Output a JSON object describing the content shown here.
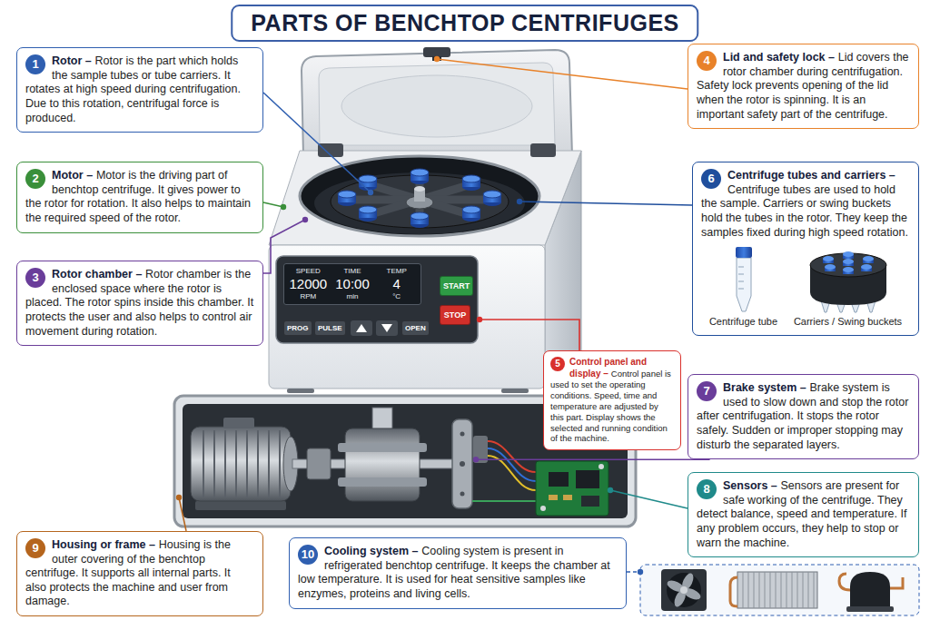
{
  "diagram": {
    "title": "PARTS OF BENCHTOP CENTRIFUGES",
    "nodes": [
      {
        "text": [
          "Rotor –",
          "Rotor is the part which holds the sample tubes or tube carriers. It rotates at high speed during centrifugation. Due to this rotation, centrifugal force is produced."
        ]
      },
      {
        "text": [
          "Motor –",
          "Motor is the driving part of benchtop centrifuge. It gives power to the rotor for rotation. It also helps to maintain the required speed of the rotor."
        ]
      },
      {
        "text": [
          "Rotor chamber –",
          "Rotor chamber is the enclosed space where the rotor is placed. The rotor spins inside this chamber. It protects the user and also helps to control air movement during rotation."
        ]
      },
      {
        "text": [
          "Lid and safety lock –",
          "Lid covers the rotor chamber during centrifugation. Safety lock prevents opening of the lid when the rotor is spinning. It is an important safety part of the centrifuge."
        ]
      },
      {
        "text": [
          "Control panel and display –",
          "Control panel is used to set the operating conditions. Speed, time and temperature are adjusted by this part. Display shows the selected and running condition of the machine."
        ]
      },
      {
        "text": [
          "Centrifuge tubes and carriers –",
          "Centrifuge tubes are used to hold the sample. Carriers or swing buckets hold the tubes in the rotor. They keep the samples fixed during high speed rotation.",
          "Centrifuge tube",
          "Carriers / Swing buckets"
        ]
      },
      {
        "text": [
          "Brake system –",
          "Brake system is used to slow down and stop the rotor after centrifugation. It stops the rotor safely. Sudden or improper stopping may disturb the separated layers."
        ]
      },
      {
        "text": [
          "Sensors –",
          "Sensors are present for safe working of the centrifuge. They detect balance, speed and temperature. If any problem occurs, they help to stop or warn the machine."
        ]
      },
      {
        "text": [
          "Housing or frame –",
          "Housing is the outer covering of the benchtop centrifuge. It supports all internal parts. It also protects the machine and user from damage."
        ]
      },
      {
        "text": [
          "Cooling system –",
          "Cooling system is present in refrigerated benchtop centrifuge. It keeps the chamber at low temperature. It is used for heat sensitive samples like enzymes, proteins and living cells."
        ]
      },
      {
        "text": [
          "SPEED",
          "12000",
          "RPM",
          "TIME",
          "10:00",
          "min",
          "TEMP",
          "4",
          "°C"
        ]
      },
      {
        "text": [
          "START"
        ]
      },
      {
        "text": [
          "STOP"
        ]
      },
      {
        "text": [
          "PROG"
        ]
      },
      {
        "text": [
          "PULSE"
        ]
      },
      {
        "text": [
          "OPEN"
        ]
      }
    ],
    "labels": [
      "1",
      "2",
      "3",
      "4",
      "5",
      "6",
      "7",
      "8",
      "9",
      "10"
    ]
  }
}
